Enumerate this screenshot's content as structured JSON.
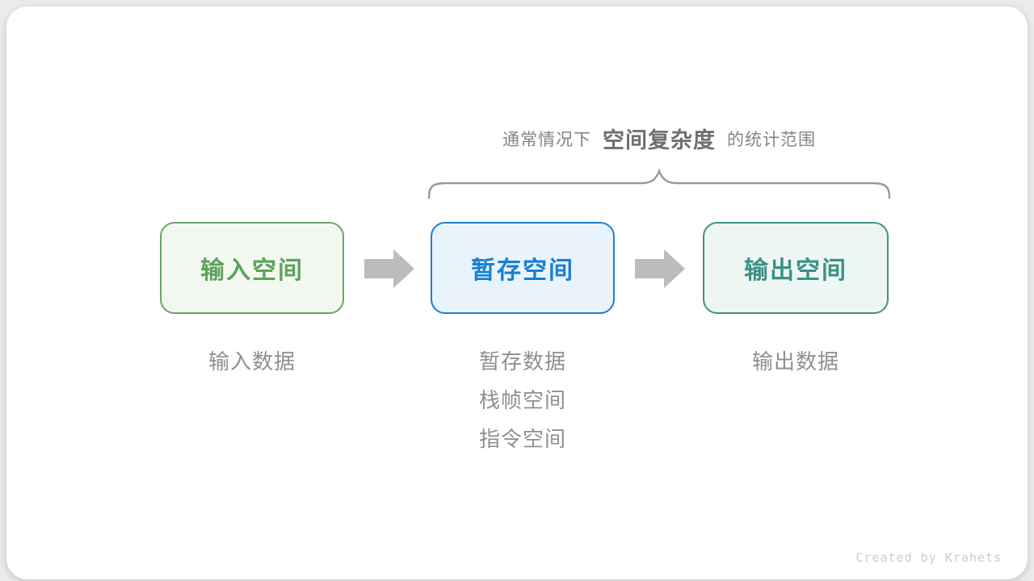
{
  "title": {
    "prefix": "通常情况下",
    "highlight": "空间复杂度",
    "suffix": "的统计范围"
  },
  "boxes": [
    {
      "id": "input-space",
      "label": "输入空间",
      "border_color": "#68a566",
      "bg_color": "#f2f8ef",
      "text_color": "#5ba35a"
    },
    {
      "id": "temp-space",
      "label": "暂存空间",
      "border_color": "#1c7fd1",
      "bg_color": "#e9f3fc",
      "text_color": "#187fd3"
    },
    {
      "id": "output-space",
      "label": "输出空间",
      "border_color": "#3e9289",
      "bg_color": "#edf6f3",
      "text_color": "#3a9187"
    }
  ],
  "captions": {
    "input": {
      "line1": "输入数据"
    },
    "temp": {
      "line1": "暂存数据",
      "line2": "栈帧空间",
      "line3": "指令空间"
    },
    "output": {
      "line1": "输出数据"
    }
  },
  "footer": {
    "credit": "Created by Krahets"
  },
  "colors": {
    "page_bg": "#ebebeb",
    "card_bg": "#ffffff",
    "title_text": "#84848a",
    "title_highlight": "#6f6f74",
    "brace": "#9a9a9a",
    "arrow": "#bcbcbc",
    "caption_text": "#8f8f8f",
    "credit_text": "#cbcbcb"
  }
}
